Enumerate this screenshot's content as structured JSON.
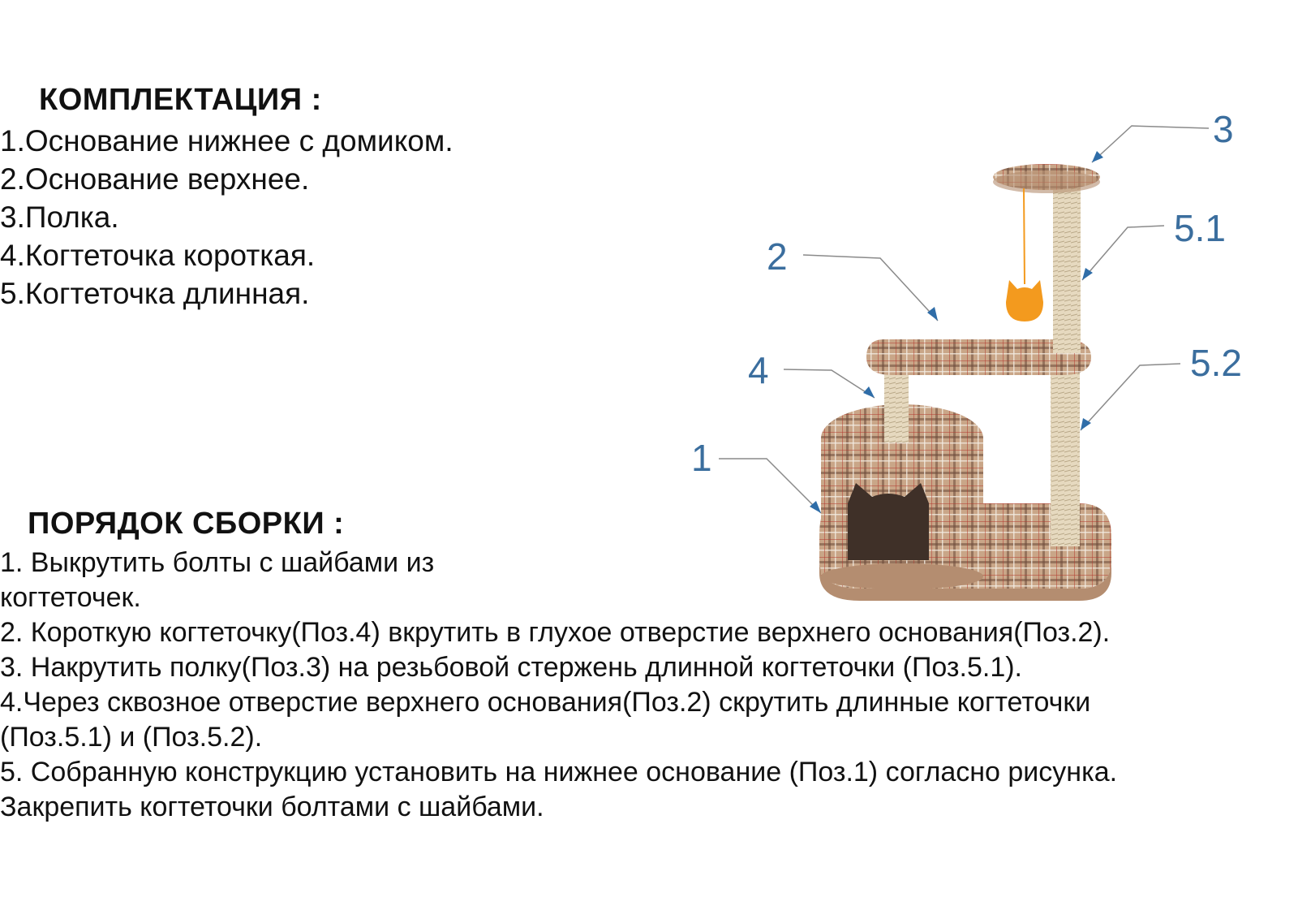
{
  "kit": {
    "heading": "КОМПЛЕКТАЦИЯ :",
    "items": [
      "1.Основание нижнее с домиком.",
      "2.Основание верхнее.",
      "3.Полка.",
      "4.Когтеточка короткая.",
      "5.Когтеточка длинная."
    ]
  },
  "assembly": {
    "heading": "ПОРЯДОК СБОРКИ :",
    "lines": [
      "1. Выкрутить болты с шайбами из",
      "когтеточек.",
      "2. Короткую когтеточку(Поз.4) вкрутить в глухое отверстие верхнего основания(Поз.2).",
      "3. Накрутить полку(Поз.3) на резьбовой стержень длинной когтеточки (Поз.5.1).",
      "4.Через сквозное отверстие верхнего основания(Поз.2) скрутить длинные когтеточки",
      "(Поз.5.1) и (Поз.5.2).",
      "5. Собранную конструкцию установить на нижнее основание (Поз.1) согласно рисунка.",
      "Закрепить когтеточки  болтами с шайбами."
    ]
  },
  "callouts": {
    "c1": "1",
    "c2": "2",
    "c3": "3",
    "c4": "4",
    "c51": "5.1",
    "c52": "5.2"
  },
  "colors": {
    "callout": "#3b6e9e",
    "fabric": "#c9a688",
    "sisal": "#e6d9bf",
    "toy": "#f39a1e"
  }
}
